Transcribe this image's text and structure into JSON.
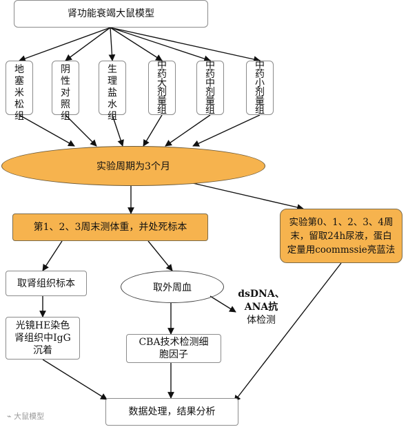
{
  "nodes": {
    "model": "肾功能衰竭大鼠模型",
    "groups": [
      [
        "地",
        "塞",
        "米",
        "松",
        "组"
      ],
      [
        "阴",
        "性",
        "对",
        "照",
        "组"
      ],
      [
        "生",
        "理",
        "盐",
        "水",
        "组"
      ],
      [
        "中",
        "药",
        "大",
        "剂",
        "量",
        "组"
      ],
      [
        "中",
        "药",
        "中",
        "剂",
        "量",
        "组"
      ],
      [
        "中",
        "药",
        "小",
        "剂",
        "量",
        "组"
      ]
    ],
    "period": "实验周期为3个月",
    "weigh": "第1、2、3周末测体重，并处死标本",
    "urine_line1": "实验第0、1、2、3、4周",
    "urine_line2": "末，留取24h尿液，蛋白",
    "urine_line3": "定量用coommssie亮蓝法",
    "kidney": "取肾组织标本",
    "blood": "取外周血",
    "dsdna_line1": "dsDNA、",
    "dsdna_line2": "ANA抗",
    "dsdna_line3": "体检测",
    "he_line1": "光镜HE染色",
    "he_line2": "肾组织中IgG",
    "he_line3": "沉着",
    "cba_line1": "CBA技术检测细",
    "cba_line2": "胞因子",
    "result": "数据处理，结果分析"
  },
  "colors": {
    "highlight": "#f6b34e",
    "border": "#8a8a8a",
    "arrow": "#111111"
  },
  "watermark": "大鼠模型"
}
